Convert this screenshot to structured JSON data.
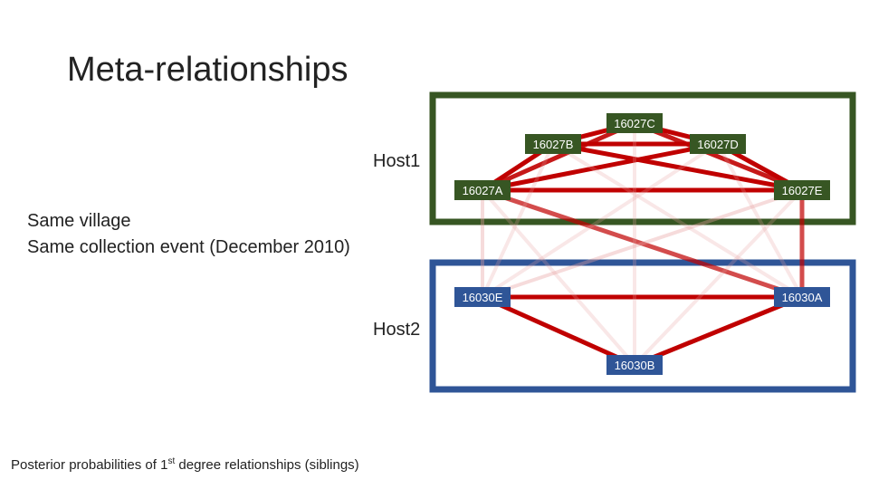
{
  "title": "Meta-relationships",
  "hosts": [
    {
      "label": "Host1",
      "box_color": "#375623"
    },
    {
      "label": "Host2",
      "box_color": "#2f5597"
    }
  ],
  "notes": [
    "Same village",
    "Same collection event (December 2010)"
  ],
  "footnote": {
    "prefix": "Posterior probabilities of 1",
    "sup": "st",
    "suffix": " degree relationships (siblings)"
  },
  "colors": {
    "edge_strong": "#c00000",
    "edge_weak": "#e8a0a0",
    "node_host1": "#375623",
    "node_host2": "#2f5597"
  },
  "nodes": [
    {
      "id": "16027C",
      "label": "16027C",
      "host": 1
    },
    {
      "id": "16027B",
      "label": "16027B",
      "host": 1
    },
    {
      "id": "16027D",
      "label": "16027D",
      "host": 1
    },
    {
      "id": "16027A",
      "label": "16027A",
      "host": 1
    },
    {
      "id": "16027E",
      "label": "16027E",
      "host": 1
    },
    {
      "id": "16030E",
      "label": "16030E",
      "host": 2
    },
    {
      "id": "16030A",
      "label": "16030A",
      "host": 2
    },
    {
      "id": "16030B",
      "label": "16030B",
      "host": 2
    }
  ],
  "edges": [
    {
      "a": "16027C",
      "b": "16027B",
      "p": 1.0
    },
    {
      "a": "16027C",
      "b": "16027D",
      "p": 1.0
    },
    {
      "a": "16027B",
      "b": "16027D",
      "p": 1.0
    },
    {
      "a": "16027B",
      "b": "16027A",
      "p": 1.0
    },
    {
      "a": "16027B",
      "b": "16027E",
      "p": 1.0
    },
    {
      "a": "16027D",
      "b": "16027A",
      "p": 1.0
    },
    {
      "a": "16027D",
      "b": "16027E",
      "p": 1.0
    },
    {
      "a": "16027A",
      "b": "16027E",
      "p": 1.0
    },
    {
      "a": "16027C",
      "b": "16027A",
      "p": 0.9
    },
    {
      "a": "16027C",
      "b": "16027E",
      "p": 0.9
    },
    {
      "a": "16027A",
      "b": "16030A",
      "p": 0.7
    },
    {
      "a": "16027E",
      "b": "16030A",
      "p": 0.7
    },
    {
      "a": "16030E",
      "b": "16030A",
      "p": 1.0
    },
    {
      "a": "16030E",
      "b": "16030B",
      "p": 1.0
    },
    {
      "a": "16030A",
      "b": "16030B",
      "p": 1.0
    },
    {
      "a": "16027A",
      "b": "16030E",
      "p": 0.15
    },
    {
      "a": "16027E",
      "b": "16030E",
      "p": 0.15
    },
    {
      "a": "16027B",
      "b": "16030E",
      "p": 0.1
    },
    {
      "a": "16027D",
      "b": "16030A",
      "p": 0.1
    },
    {
      "a": "16027C",
      "b": "16030B",
      "p": 0.1
    },
    {
      "a": "16027B",
      "b": "16030A",
      "p": 0.08
    },
    {
      "a": "16027D",
      "b": "16030E",
      "p": 0.08
    },
    {
      "a": "16027A",
      "b": "16030B",
      "p": 0.08
    },
    {
      "a": "16027E",
      "b": "16030B",
      "p": 0.08
    }
  ]
}
